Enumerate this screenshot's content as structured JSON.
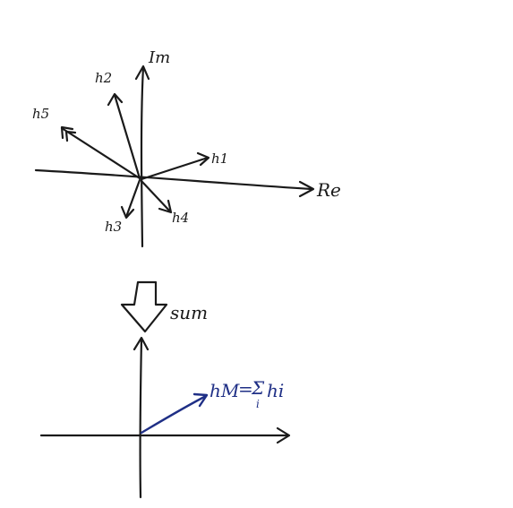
{
  "top_diagram": {
    "axis_labels": {
      "real": "Re",
      "imag": "Im"
    },
    "vectors": [
      "h1",
      "h2",
      "h3",
      "h4",
      "h5"
    ]
  },
  "transition": {
    "label": "sum"
  },
  "bottom_diagram": {
    "result_label": "hM = Σi hi",
    "result_lhs": "hM",
    "result_eq": "=",
    "result_sigma": "Σ",
    "result_sigma_sub": "i",
    "result_rhs": "hi"
  },
  "colors": {
    "ink": "#1a1a1a",
    "result": "#1f2f86"
  }
}
